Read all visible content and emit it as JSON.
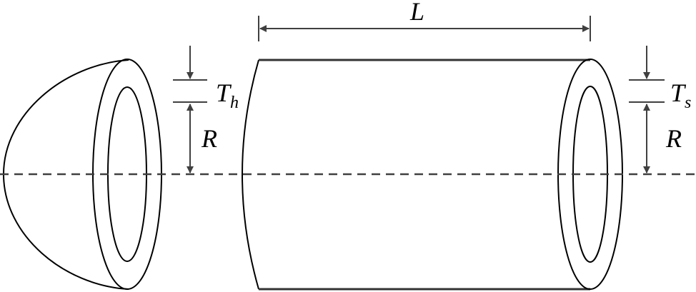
{
  "labels": {
    "length": "L",
    "radius_head": "R",
    "radius_shell": "R",
    "head_thickness_main": "T",
    "head_thickness_sub": "h",
    "shell_thickness_main": "T",
    "shell_thickness_sub": "s"
  },
  "colors": {
    "stroke": "#000000",
    "dim": "#404040",
    "axis": "#404040",
    "background": "#ffffff"
  }
}
